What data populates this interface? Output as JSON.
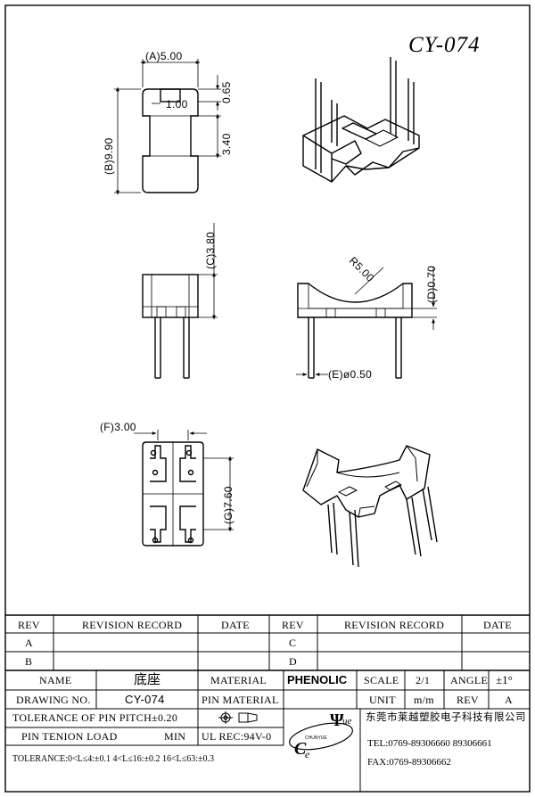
{
  "drawing_number_title": "CY-074",
  "dimensions": {
    "a": "(A)5.00",
    "b": "(B)9.90",
    "slot": "1.00",
    "top_offset": "0.65",
    "mid_height": "3.40",
    "c": "(C)3.80",
    "radius": "R5.00",
    "d": "(D)0.70",
    "e": "(E)ø0.50",
    "f": "(F)3.00",
    "g": "(G)7.60"
  },
  "revision_table": {
    "headers": [
      "REV",
      "REVISION RECORD",
      "DATE",
      "REV",
      "REVISION RECORD",
      "DATE"
    ],
    "rows": [
      [
        "A",
        "",
        "",
        "C",
        "",
        ""
      ],
      [
        "B",
        "",
        "",
        "D",
        "",
        ""
      ]
    ]
  },
  "title_block": {
    "name_label": "NAME",
    "name_value": "底座",
    "material_label": "MATERIAL",
    "material_value": "PHENOLIC",
    "scale_label": "SCALE",
    "scale_value": "2/1",
    "angle_label": "ANGLE",
    "angle_value": "±1°",
    "drawing_no_label": "DRAWING NO.",
    "drawing_no_value": "CY-074",
    "pin_material_label": "PIN MATERIAL",
    "unit_label": "UNIT",
    "unit_value": "m/m",
    "rev_label": "REV",
    "rev_value": "A",
    "pitch_tolerance": "TOLERANCE OF PIN PITCH±0.20",
    "pin_load_label": "PIN TENION LOAD",
    "pin_load_min": "MIN",
    "ul_rec": "UL REC:94V-0",
    "tolerance_line": "TOLERANCE:0<L≤4:±0.1  4<L≤16:±0.2  16<L≤63:±0.3"
  },
  "company": {
    "name_cn": "东莞市莱越塑胶电子科技有限公司",
    "tel": "TEL:0769-89306660  89306661",
    "fax": "FAX:0769-89306662",
    "logo_text": [
      "Ce",
      "Yue",
      "CHUNYUE"
    ]
  }
}
